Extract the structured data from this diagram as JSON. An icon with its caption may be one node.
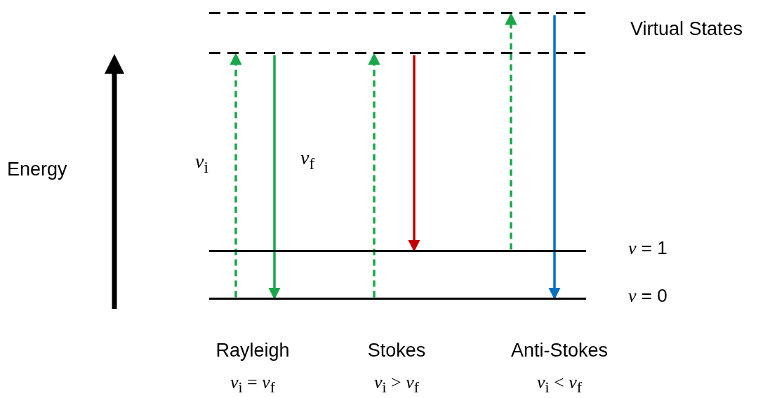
{
  "diagram": {
    "nodes": [
      {
        "text": [],
        "shape": "bar"
      },
      {
        "text": [],
        "shape": "bar"
      },
      {
        "text": [],
        "shape": "bar",
        "beside": [
          "*v* = 1"
        ]
      },
      {
        "text": [],
        "shape": "bar",
        "beside": [
          "*v* = 0"
        ]
      }
    ],
    "edges": [
      {
        "from": 3,
        "to": 1,
        "arrow": "to",
        "style": "dashed"
      },
      {
        "from": 1,
        "to": 3,
        "arrow": "to"
      },
      {
        "from": 3,
        "to": 1,
        "arrow": "to",
        "style": "dashed"
      },
      {
        "from": 1,
        "to": 2,
        "arrow": "to",
        "color": "#c00000"
      },
      {
        "from": 2,
        "to": 0,
        "arrow": "to",
        "style": "dashed"
      },
      {
        "from": 0,
        "to": 3,
        "arrow": "to",
        "color": "#0070c0"
      }
    ],
    "labels": [
      "Virtual States",
      "Energy",
      "*v*$_{i}$",
      "*v*$_{f}$",
      "Rayleigh",
      "Stokes",
      "Anti-Stokes",
      "*v*$_{i}$ = *v*$_{f}$",
      "*v*$_{i}$ > *v*$_{f}$",
      "*v*$_{i}$ < *v*$_{f}$"
    ]
  }
}
